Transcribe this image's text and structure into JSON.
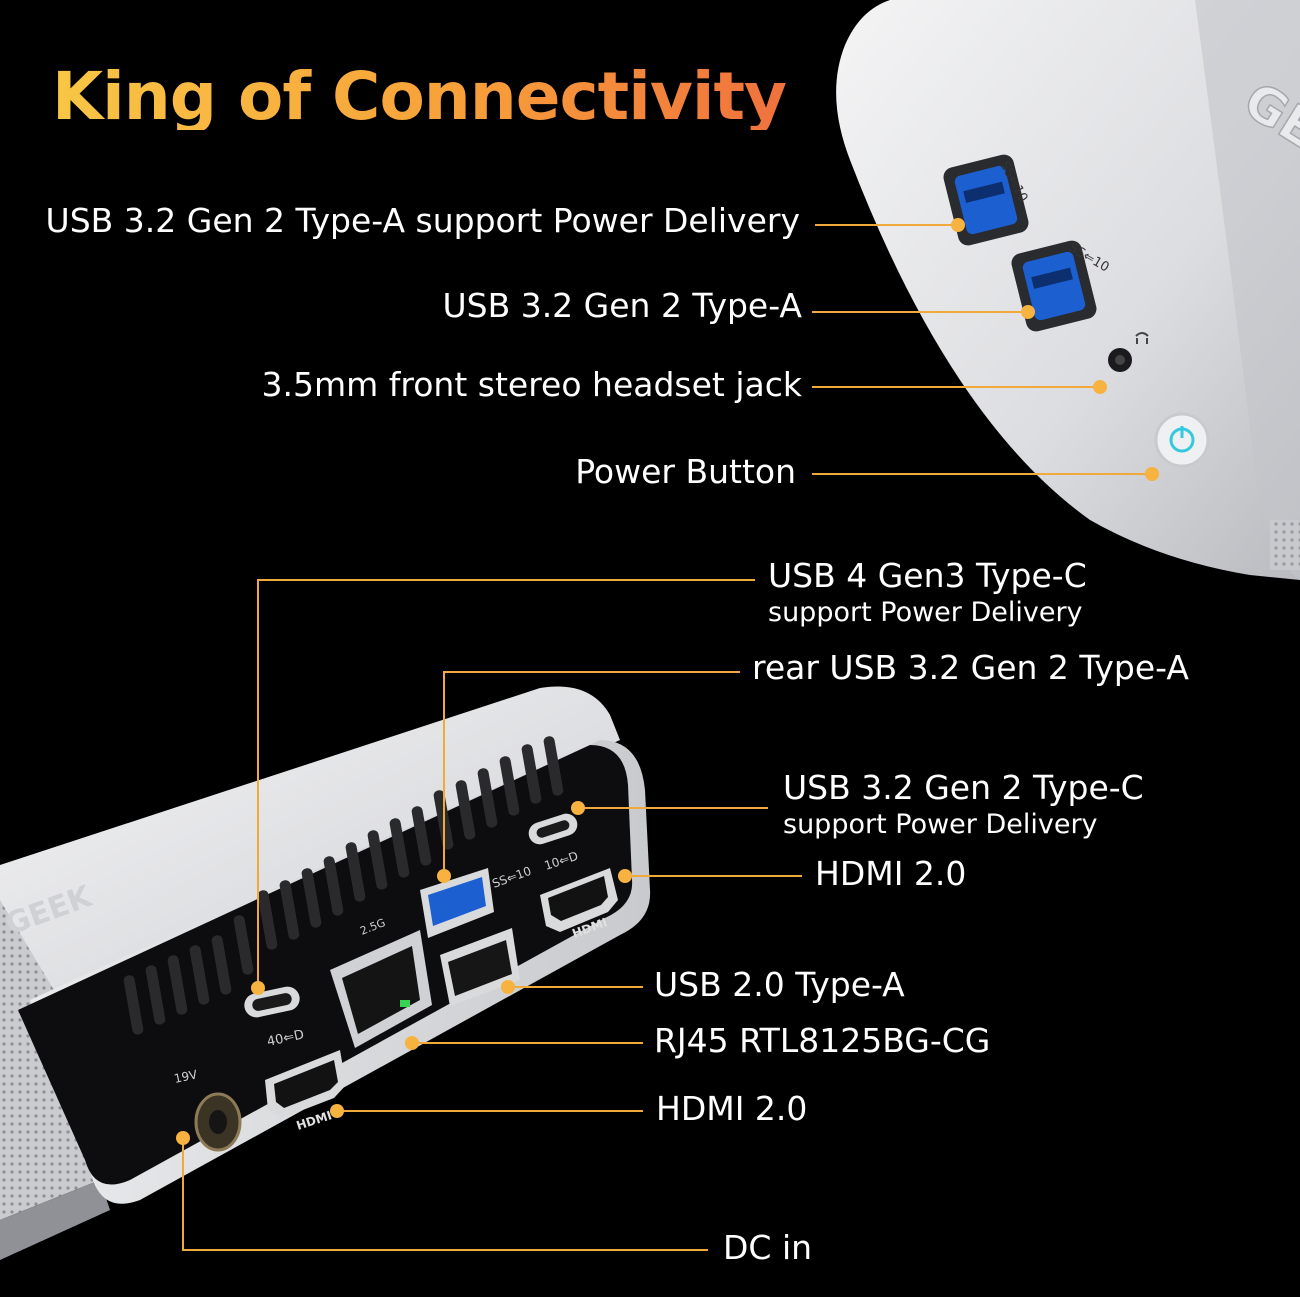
{
  "title": "King of Connectivity",
  "colors": {
    "background": "#000000",
    "leader_line": "#f2a93b",
    "title_gradient": [
      "#f8c645",
      "#f0713d"
    ],
    "device_silver": "#d9dadc",
    "port_dark": "#111111",
    "usb3_blue": "#1b5fd0",
    "power_ring": "#35c9de"
  },
  "front_callouts": [
    {
      "label": "USB 3.2 Gen 2 Type-A support Power Delivery"
    },
    {
      "label": "USB 3.2 Gen 2 Type-A"
    },
    {
      "label": "3.5mm front stereo headset jack"
    },
    {
      "label": "Power Button"
    }
  ],
  "rear_callouts": [
    {
      "label": "USB 4 Gen3 Type-C",
      "sub": "support Power Delivery"
    },
    {
      "label": "rear USB 3.2 Gen 2 Type-A"
    },
    {
      "label": "USB 3.2 Gen 2 Type-C",
      "sub": "support Power Delivery"
    },
    {
      "label": "HDMI 2.0"
    },
    {
      "label": "USB 2.0 Type-A"
    },
    {
      "label": "RJ45 RTL8125BG-CG"
    },
    {
      "label": "HDMI 2.0"
    },
    {
      "label": "DC in"
    }
  ],
  "device_markings": {
    "front_usb_logo_1": "SS⇐10",
    "front_usb_logo_2": "SS⇐10",
    "rear_usb_logo": "SS⇐10",
    "rear_usbc_logo": "10⇐D",
    "usb4_logo": "40⇐D",
    "lan_speed": "2.5G",
    "hdmi_logo": "HDMI",
    "dc_rating": "19V",
    "brand_fragment_top": "GE",
    "brand_fragment_side": "GEEK"
  }
}
